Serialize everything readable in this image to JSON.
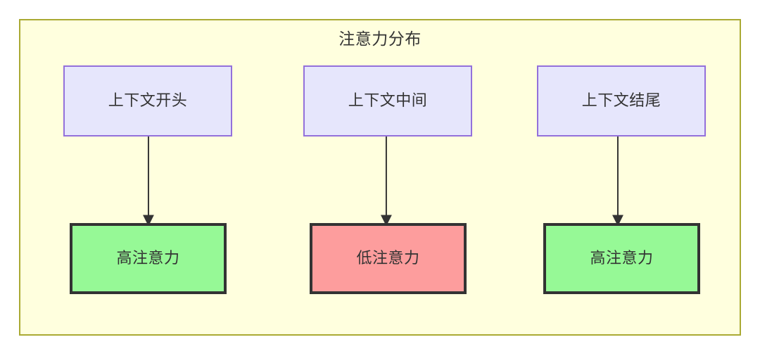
{
  "diagram": {
    "title": "注意力分布",
    "container": {
      "fill": "#ffffde",
      "stroke": "#aaaa33"
    },
    "nodes": {
      "context": [
        {
          "id": "ctx-start",
          "label": "上下文开头",
          "fill": "#e6e6fc",
          "stroke": "#9370db"
        },
        {
          "id": "ctx-middle",
          "label": "上下文中间",
          "fill": "#e6e6fc",
          "stroke": "#9370db"
        },
        {
          "id": "ctx-end",
          "label": "上下文结尾",
          "fill": "#e6e6fc",
          "stroke": "#9370db"
        }
      ],
      "attention": [
        {
          "id": "att-high-1",
          "label": "高注意力",
          "fill": "#96f996",
          "stroke": "#333333"
        },
        {
          "id": "att-low",
          "label": "低注意力",
          "fill": "#fd9d9d",
          "stroke": "#333333"
        },
        {
          "id": "att-high-2",
          "label": "高注意力",
          "fill": "#96f996",
          "stroke": "#333333"
        }
      ]
    },
    "edges": [
      {
        "from": "上下文开头",
        "to": "高注意力",
        "style": "solid-arrow",
        "color": "#333333"
      },
      {
        "from": "上下文中间",
        "to": "低注意力",
        "style": "solid-arrow",
        "color": "#333333"
      },
      {
        "from": "上下文结尾",
        "to": "高注意力",
        "style": "solid-arrow",
        "color": "#333333"
      }
    ]
  }
}
